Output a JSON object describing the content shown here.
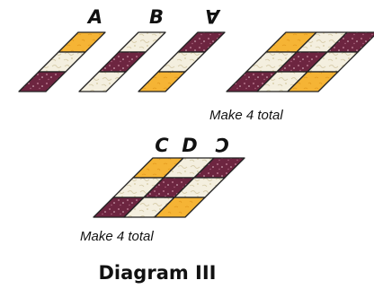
{
  "labels": {
    "strip_a": "A",
    "strip_b": "B",
    "strip_a_rotated": "A",
    "col_c": "C",
    "col_d": "D",
    "col_c_rotated": "C"
  },
  "notes": {
    "make_total_top": "Make 4 total",
    "make_total_bottom": "Make 4 total"
  },
  "title": "Diagram III",
  "fabrics": {
    "gold": "#f5b435",
    "cream": "#f4efdf",
    "maroon": "#6d2540",
    "outline": "#222222"
  },
  "strips": {
    "strip_a": [
      "gold",
      "cream",
      "maroon"
    ],
    "strip_b": [
      "cream",
      "maroon",
      "cream"
    ],
    "strip_a_rotated": [
      "maroon",
      "cream",
      "gold"
    ]
  },
  "blocks": {
    "top_block": [
      [
        "gold",
        "cream",
        "maroon"
      ],
      [
        "cream",
        "maroon",
        "cream"
      ],
      [
        "maroon",
        "cream",
        "gold"
      ]
    ],
    "bottom_block": [
      [
        "gold",
        "cream",
        "maroon"
      ],
      [
        "cream",
        "maroon",
        "cream"
      ],
      [
        "maroon",
        "cream",
        "gold"
      ]
    ]
  }
}
